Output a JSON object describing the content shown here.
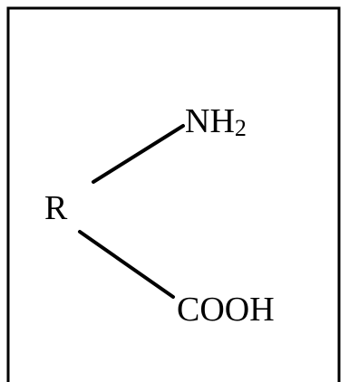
{
  "diagram": {
    "labels": {
      "r_group": "R",
      "amino_base": "NH",
      "amino_subscript": "2",
      "carboxyl": "COOH"
    },
    "colors": {
      "stroke": "#000000",
      "background": "#ffffff"
    }
  }
}
